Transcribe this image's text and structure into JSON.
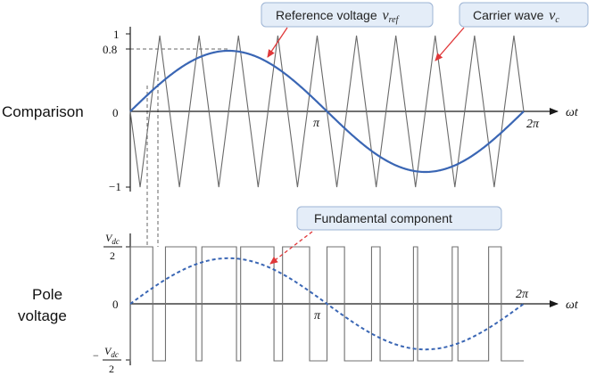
{
  "labels": {
    "comparison": "Comparison",
    "pole_line1": "Pole",
    "pole_line2": "voltage"
  },
  "callouts": {
    "reference": {
      "text": "Reference voltage ",
      "symbol": "v",
      "subscript": "ref"
    },
    "carrier": {
      "text": "Carrier wave ",
      "symbol": "v",
      "subscript": "c"
    },
    "fundamental": {
      "text": "Fundamental component"
    }
  },
  "ticks": {
    "top_one": "1",
    "top_ref": "0.8",
    "top_zero": "0",
    "top_minus_one": "−1",
    "pi": "π",
    "two_pi": "2π",
    "omega_t": "ωt",
    "vdc_sym": "V",
    "vdc_sub": "dc",
    "two": "2",
    "minus": "−",
    "bottom_zero": "0"
  },
  "colors": {
    "reference": "#3a66b4",
    "carrier": "#6a6a6a",
    "pulse": "#707070",
    "fundamental": "#3a66b4",
    "arrow": "#e0383a",
    "callout_fill": "#e4edf8",
    "callout_stroke": "#9db4d4",
    "axis": "#1a1a1a"
  },
  "chart_data": {
    "type": "line",
    "modulation_index": 0.8,
    "carrier_periods": 10,
    "x_range": [
      0,
      6.2832
    ],
    "top_y_range": [
      -1,
      1
    ],
    "series": [
      {
        "name": "Reference voltage v_ref",
        "function": "0.8*sin(wt)"
      },
      {
        "name": "Carrier wave v_c",
        "function": "triangle, amplitude 1, 10 periods over 0..2pi"
      },
      {
        "name": "Fundamental component",
        "function": "0.8*(Vdc/2)*sin(wt)"
      }
    ],
    "pole_voltage_levels": [
      "Vdc/2",
      "-Vdc/2"
    ]
  }
}
